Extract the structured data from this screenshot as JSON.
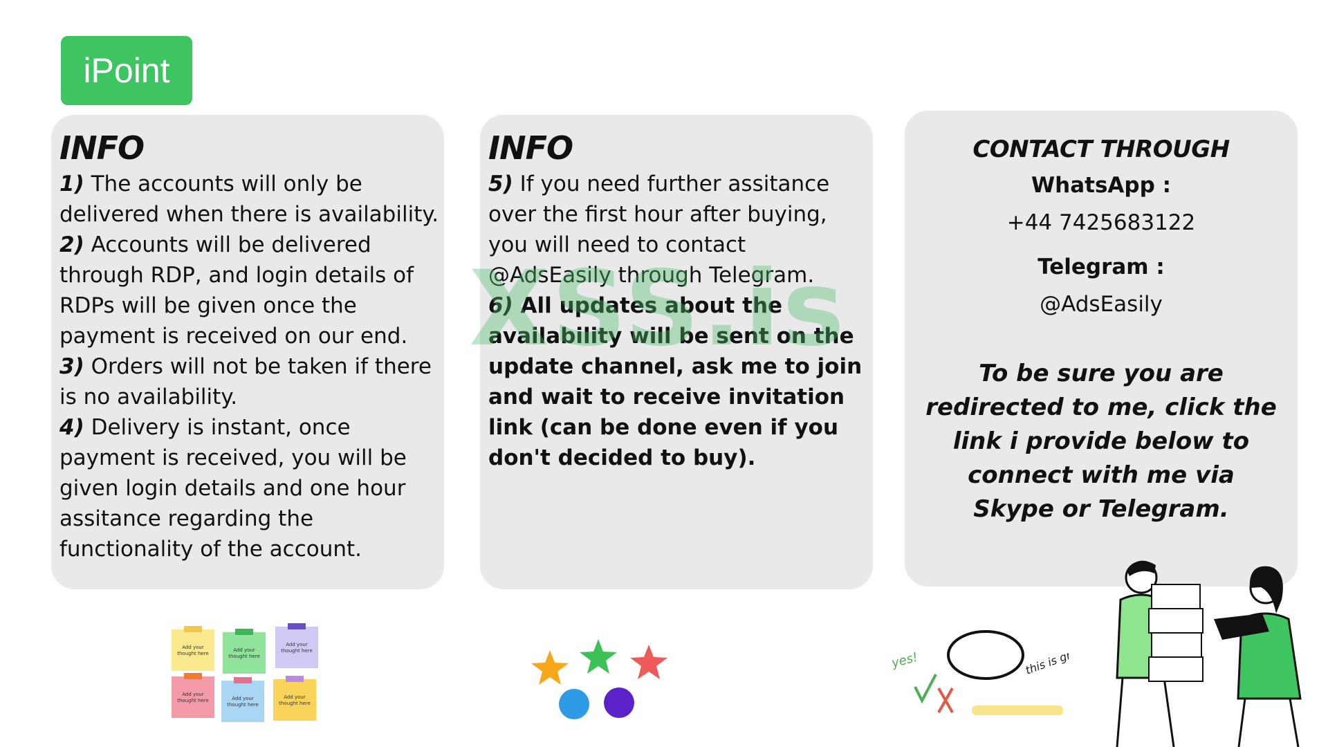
{
  "logo": {
    "text": "iPoint"
  },
  "watermark": "XSS.is",
  "card1": {
    "title": "INFO",
    "items": [
      {
        "num": "1)",
        "text": " The accounts will only be delivered when there is availability."
      },
      {
        "num": "2)",
        "text": " Accounts will be delivered through RDP, and login details of RDPs will be given once the payment is received on our end."
      },
      {
        "num": "3)",
        "text": " Orders will not be taken if there is no availability."
      },
      {
        "num": "4)",
        "text": " Delivery is instant, once payment is received, you will be given login details and one hour assitance regarding the functionality of the account."
      }
    ]
  },
  "card2": {
    "title": "INFO",
    "items": [
      {
        "num": "5)",
        "text": " If you need further assitance over the first hour after buying, you will need to contact @AdsEasily through Telegram."
      },
      {
        "num": "6)",
        "text": " All updates about the availability will be sent on the update channel, ask me to join and wait to receive invitation link (can be done even if you don't decided to buy)."
      }
    ]
  },
  "contact": {
    "title": "CONTACT THROUGH",
    "whatsapp_label": "WhatsApp :",
    "whatsapp_value": "+44 7425683122",
    "telegram_label": "Telegram :",
    "telegram_value": "@AdsEasily",
    "notice": "To be sure you are redirected to me, click the link i provide below to connect with me via Skype or Telegram."
  },
  "stickies": {
    "label": "Add your thought here",
    "colors": [
      "#fbe98d",
      "#8fe39a",
      "#cfc9f6",
      "#f59aa8",
      "#a9d6f3",
      "#fad45a"
    ],
    "tab_colors": [
      "#f2c84b",
      "#3fb55a",
      "#6a4fc8",
      "#f07d2f",
      "#e66e8f",
      "#b88be2"
    ]
  },
  "doodle": {
    "yes": "yes!",
    "great": "this is great"
  },
  "colors": {
    "accent": "#3fc462",
    "card": "#e9e9e9"
  },
  "icons": [
    "sticky-note-icon",
    "star-icon",
    "dot-icon",
    "check-mark-icon",
    "cross-mark-icon",
    "people-illustration"
  ]
}
